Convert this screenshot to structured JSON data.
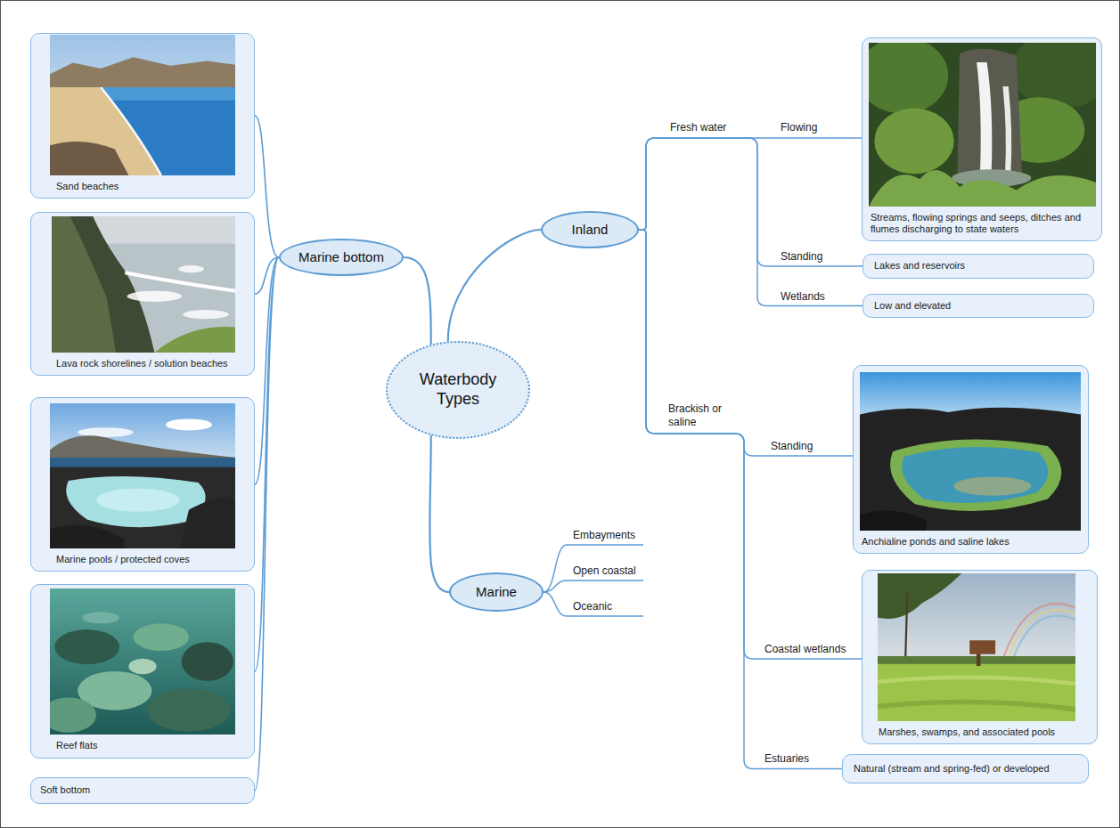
{
  "diagram": {
    "nodes": [
      {
        "text": [
          "Waterbody Types"
        ]
      },
      {
        "text": [
          "Marine bottom"
        ]
      },
      {
        "text": [
          "Inland"
        ]
      },
      {
        "text": [
          "Marine"
        ]
      },
      {
        "text": [
          "Sand beaches"
        ]
      },
      {
        "text": [
          "Lava rock shorelines / solution beaches"
        ]
      },
      {
        "text": [
          "Marine pools / protected coves"
        ]
      },
      {
        "text": [
          "Reef flats"
        ]
      },
      {
        "text": [
          "Soft bottom"
        ]
      },
      {
        "text": [
          "Streams, flowing springs and seeps, ditches and flumes discharging to state waters"
        ]
      },
      {
        "text": [
          "Lakes and reservoirs"
        ]
      },
      {
        "text": [
          "Low and elevated"
        ]
      },
      {
        "text": [
          "Anchialine ponds and saline lakes"
        ]
      },
      {
        "text": [
          "Marshes, swamps, and associated pools"
        ]
      },
      {
        "text": [
          "Natural (stream and spring-fed) or developed"
        ]
      }
    ],
    "edges": [
      {
        "from": 0,
        "to": 1,
        "arrow": "none"
      },
      {
        "from": 0,
        "to": 2,
        "arrow": "none"
      },
      {
        "from": 0,
        "to": 3,
        "arrow": "none"
      },
      {
        "from": 1,
        "to": 4,
        "arrow": "none"
      },
      {
        "from": 1,
        "to": 5,
        "arrow": "none"
      },
      {
        "from": 1,
        "to": 6,
        "arrow": "none"
      },
      {
        "from": 1,
        "to": 7,
        "arrow": "none"
      },
      {
        "from": 1,
        "to": 8,
        "arrow": "none"
      },
      {
        "from": 2,
        "to": 9,
        "arrow": "none"
      },
      {
        "from": 2,
        "to": 10,
        "arrow": "none"
      },
      {
        "from": 2,
        "to": 11,
        "arrow": "none"
      },
      {
        "from": 2,
        "to": 12,
        "arrow": "none"
      },
      {
        "from": 2,
        "to": 13,
        "arrow": "none"
      },
      {
        "from": 2,
        "to": 14,
        "arrow": "none"
      }
    ],
    "labels": [
      "Fresh water",
      "Flowing",
      "Standing",
      "Wetlands",
      "Brackish or saline",
      "Standing",
      "Coastal wetlands",
      "Estuaries",
      "Embayments",
      "Open coastal",
      "Oceanic"
    ]
  }
}
